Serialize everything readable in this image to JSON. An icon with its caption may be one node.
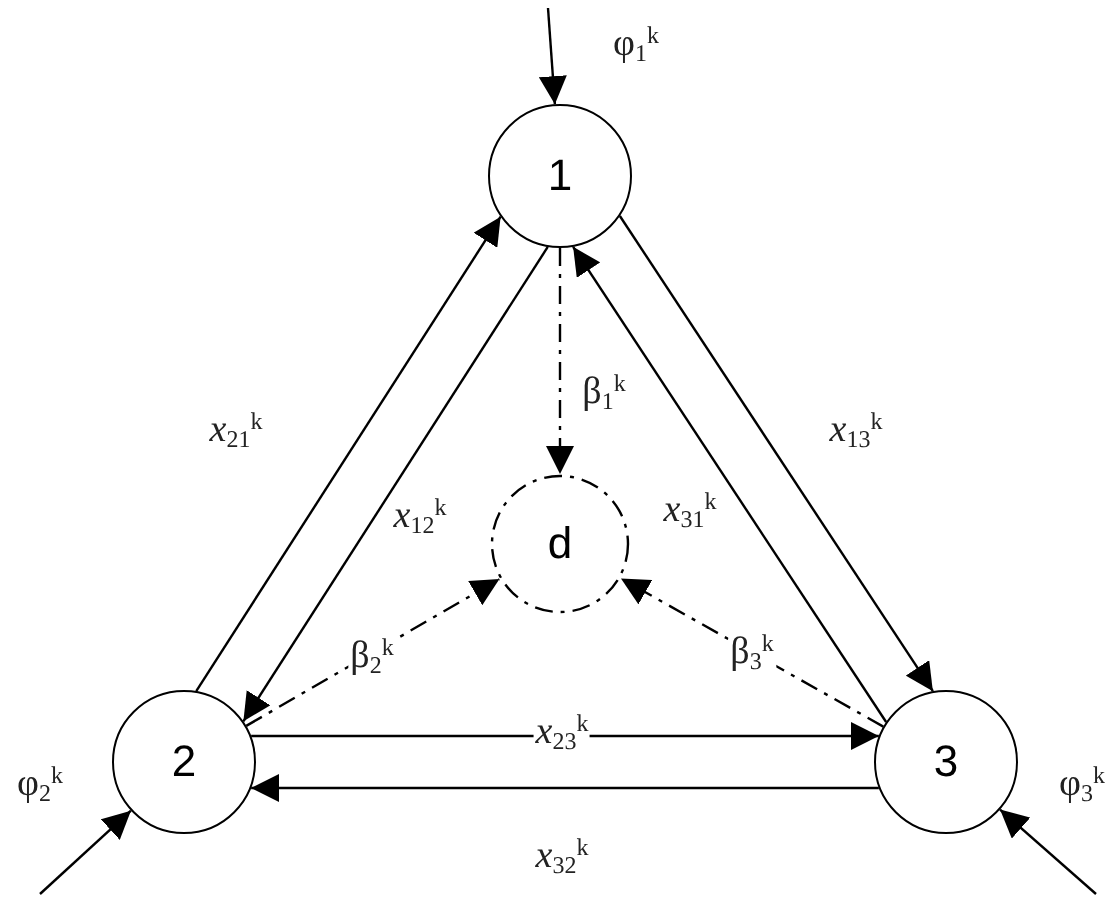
{
  "diagram": {
    "nodes": [
      {
        "text": [
          "1"
        ]
      },
      {
        "text": [
          "2"
        ]
      },
      {
        "text": [
          "3"
        ]
      },
      {
        "text": [
          "d"
        ]
      }
    ],
    "edges": [
      {
        "from": null,
        "to": 0,
        "arrow": "to",
        "label": "φ$_{1}$$^{k}$"
      },
      {
        "from": 1,
        "to": 0,
        "arrow": "to",
        "label": "*x*$_{21}$$^{k}$"
      },
      {
        "from": 0,
        "to": 1,
        "arrow": "to",
        "label": "*x*$_{12}$$^{k}$"
      },
      {
        "from": 0,
        "to": 2,
        "arrow": "to",
        "label": "*x*$_{13}$$^{k}$"
      },
      {
        "from": 2,
        "to": 0,
        "arrow": "to",
        "label": "*x*$_{31}$$^{k}$"
      },
      {
        "from": 1,
        "to": 2,
        "arrow": "to",
        "label": "*x*$_{23}$$^{k}$"
      },
      {
        "from": 2,
        "to": 1,
        "arrow": "to",
        "label": "*x*$_{32}$$^{k}$"
      },
      {
        "from": 0,
        "to": 3,
        "arrow": "to",
        "label": "β$_{1}$$^{k}$",
        "style": "dashed"
      },
      {
        "from": 1,
        "to": 3,
        "arrow": "to",
        "label": "β$_{2}$$^{k}$",
        "style": "dashed"
      },
      {
        "from": 2,
        "to": 3,
        "arrow": "to",
        "label": "β$_{3}$$^{k}$",
        "style": "dashed"
      },
      {
        "from": null,
        "to": 1,
        "arrow": "to",
        "label": "φ$_{2}$$^{k}$"
      },
      {
        "from": null,
        "to": 2,
        "arrow": "to",
        "label": "φ$_{3}$$^{k}$"
      }
    ]
  }
}
